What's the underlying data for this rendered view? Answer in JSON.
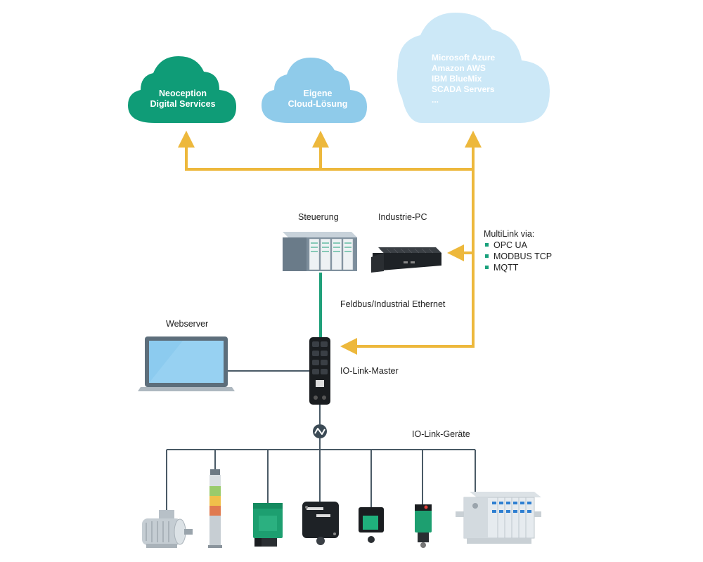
{
  "colors": {
    "orange": "#EDB83C",
    "teal_bus": "#1FA07A",
    "grey_line": "#4A5A66",
    "cloud_green": "#0F9C77",
    "cloud_mid": "#8FCBEA",
    "cloud_light": "#CCE8F7",
    "bullet": "#19A17C"
  },
  "clouds": {
    "neoception": [
      "Neoception",
      "Digital Services"
    ],
    "eigene": [
      "Eigene",
      "Cloud-Lösung"
    ],
    "providers": [
      "Microsoft Azure",
      "Amazon AWS",
      "IBM BlueMix",
      "SCADA Servers",
      "..."
    ]
  },
  "labels": {
    "steuerung": "Steuerung",
    "industrie_pc": "Industrie-PC",
    "multilink_title": "MultiLink via:",
    "protocols": [
      "OPC UA",
      "MODBUS TCP",
      "MQTT"
    ],
    "feldbus": "Feldbus/Industrial Ethernet",
    "webserver": "Webserver",
    "io_link_master": "IO-Link-Master",
    "io_link_geraete": "IO-Link-Geräte"
  },
  "devices": {
    "icons": [
      "motor-icon",
      "signal-tower-icon",
      "inductive-sensor-icon",
      "inclination-sensor-icon",
      "photoelectric-sensor-icon",
      "compact-sensor-icon",
      "valve-terminal-icon"
    ]
  }
}
